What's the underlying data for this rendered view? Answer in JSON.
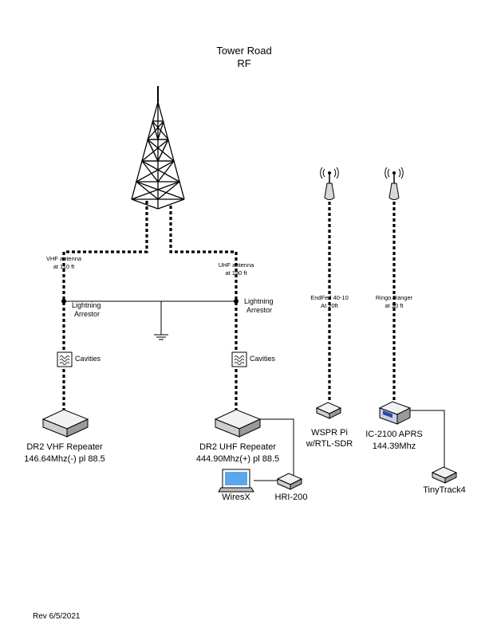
{
  "title": {
    "line1": "Tower Road",
    "line2": "RF"
  },
  "antennas": {
    "vhf": {
      "line1": "VHF antenna",
      "line2": "at 110 ft"
    },
    "uhf": {
      "line1": "UHF antenna",
      "line2": "at 190 ft"
    },
    "endfed": {
      "line1": "EndFed 40-10",
      "line2": "At 20ft"
    },
    "ringo": {
      "line1": "Ringo Ranger",
      "line2": "at 30 ft"
    }
  },
  "arrestors": {
    "vhf": {
      "line1": "Lightning",
      "line2": "Arrestor"
    },
    "uhf": {
      "line1": "Lightning",
      "line2": "Arrestor"
    }
  },
  "cavities": {
    "vhf": "Cavities",
    "uhf": "Cavities"
  },
  "devices": {
    "vhf_repeater": {
      "line1": "DR2 VHF Repeater",
      "line2": "146.64Mhz(-) pl 88.5"
    },
    "uhf_repeater": {
      "line1": "DR2 UHF Repeater",
      "line2": "444.90Mhz(+) pl 88.5"
    },
    "wspr": {
      "line1": "WSPR Pi",
      "line2": "w/RTL-SDR"
    },
    "aprs": {
      "line1": "IC-2100 APRS",
      "line2": "144.39Mhz"
    },
    "wiresx": "WiresX",
    "hri200": "HRI-200",
    "tinytrack": "TinyTrack4"
  },
  "revision": "Rev 6/5/2021"
}
